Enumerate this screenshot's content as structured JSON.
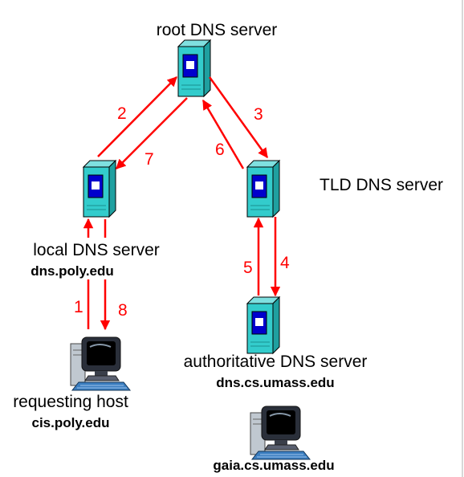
{
  "nodes": {
    "root": {
      "title": "root DNS server"
    },
    "tld": {
      "title": "TLD DNS server"
    },
    "local": {
      "title": "local DNS server",
      "host": "dns.poly.edu"
    },
    "authoritative": {
      "title": "authoritative DNS server",
      "host": "dns.cs.umass.edu"
    },
    "requesting": {
      "title": "requesting host",
      "host": "cis.poly.edu"
    },
    "target": {
      "host": "gaia.cs.umass.edu"
    }
  },
  "steps": [
    "1",
    "2",
    "3",
    "4",
    "5",
    "6",
    "7",
    "8"
  ],
  "colors": {
    "arrow": "#ff0000",
    "server_body": "#33cccc",
    "server_panel": "#0000cc",
    "text": "#000000"
  }
}
